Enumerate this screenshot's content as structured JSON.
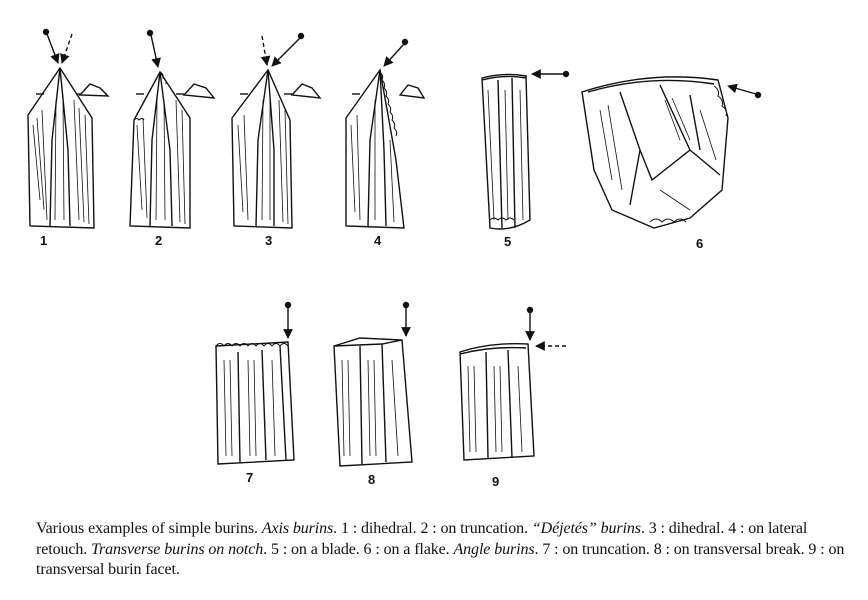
{
  "figures": [
    {
      "id": "1",
      "label": "1"
    },
    {
      "id": "2",
      "label": "2"
    },
    {
      "id": "3",
      "label": "3"
    },
    {
      "id": "4",
      "label": "4"
    },
    {
      "id": "5",
      "label": "5"
    },
    {
      "id": "6",
      "label": "6"
    },
    {
      "id": "7",
      "label": "7"
    },
    {
      "id": "8",
      "label": "8"
    },
    {
      "id": "9",
      "label": "9"
    }
  ],
  "caption": {
    "intro": "Various examples of simple burins. ",
    "axis": "Axis burins",
    "axis_1": ". 1 : dihedral. 2 : on truncation. ",
    "dejetes": "“Déjetés” burins",
    "dejetes_1": ". 3 : dihedral. 4 : on lateral retouch. ",
    "transverse": "Transverse burins on notch",
    "transverse_1": ". 5 : on a blade. 6 : on a flake. ",
    "angle": "Angle burins",
    "angle_1": ". 7 : on truncation. 8 : on transversal break. 9 : on transversal burin facet."
  }
}
